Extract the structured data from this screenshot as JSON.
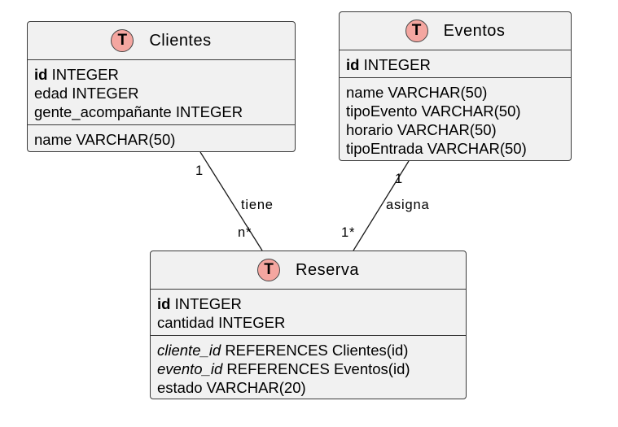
{
  "entities": {
    "clientes": {
      "marker": "T",
      "name": "Clientes",
      "key_fields": [
        {
          "key": "id",
          "type": "INTEGER"
        },
        {
          "name": "edad",
          "type": "INTEGER"
        },
        {
          "name": "gente_acompañante",
          "type": "INTEGER"
        }
      ],
      "fields": [
        "name VARCHAR(50)"
      ]
    },
    "eventos": {
      "marker": "T",
      "name": "Eventos",
      "key_fields": [
        {
          "key": "id",
          "type": "INTEGER"
        }
      ],
      "fields": [
        "name VARCHAR(50)",
        "tipoEvento VARCHAR(50)",
        "horario VARCHAR(50)",
        "tipoEntrada VARCHAR(50)"
      ]
    },
    "reserva": {
      "marker": "T",
      "name": "Reserva",
      "key_fields": [
        {
          "key": "id",
          "type": "INTEGER"
        },
        {
          "name": "cantidad",
          "type": "INTEGER"
        }
      ],
      "fields": [
        {
          "fk": "cliente_id",
          "rest": "REFERENCES Clientes(id)"
        },
        {
          "fk": "evento_id",
          "rest": "REFERENCES Eventos(id)"
        },
        {
          "plain": "estado VARCHAR(20)"
        }
      ]
    }
  },
  "relations": {
    "tiene": {
      "label": "tiene",
      "from_card": "1",
      "to_card": "n*"
    },
    "asigna": {
      "label": "asigna",
      "from_card": "1",
      "to_card": "1*"
    }
  }
}
